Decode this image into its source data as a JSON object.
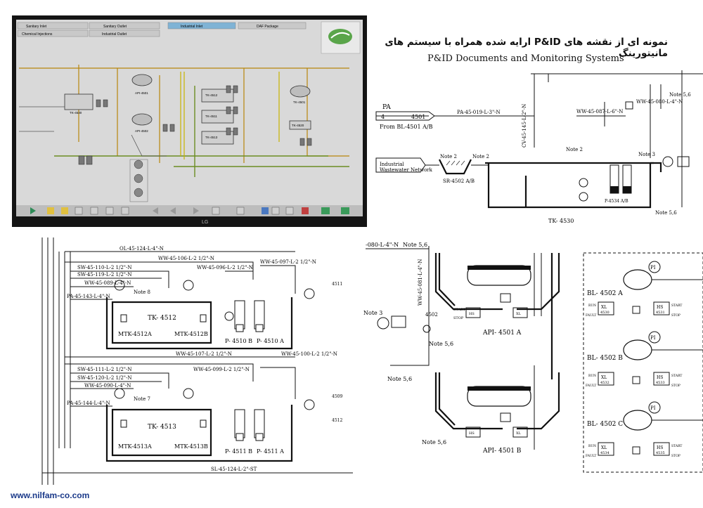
{
  "title_fa": "نمونه ای از نقشه های P&ID ارایه شده همراه با سیستم های مانیتورینگ",
  "title_en": "P&ID Documents and Monitoring Systems",
  "website": "www.nilfam-co.com",
  "monitor": {
    "brand": "LG",
    "header_tabs": [
      "Sanitary Inlet",
      "Sanitary Outlet",
      "Industrial Inlet",
      "DAF Package",
      "Chemical Injections",
      "Industrial Outlet"
    ],
    "tank_labels": [
      "TK-4530",
      "TK-4512",
      "TK-4511",
      "TK-4513",
      "API-4501",
      "API-4502",
      "TK-4501",
      "TK-4520"
    ]
  },
  "pid_tk4530": {
    "pa": "PA",
    "pa_num": "4",
    "pa_tag": "4501",
    "from": "From BL-4501 A/B",
    "line_pa": "PA-45-019-L-3\"-N",
    "line_ww_top": "WW-45-087-L-6\"-N",
    "line_ww_right": "WW-45-080-L-4\"-N",
    "line_cv": "CV-45-145-L-2\"-N",
    "note56": "Note 5,6",
    "note2a": "Note 2",
    "note2b": "Note 2",
    "note2c": "Note 2",
    "note3": "Note 3",
    "note56b": "Note 5,6",
    "inlet": "Industrial",
    "inlet2": "Wastewater Network",
    "sr": "SR-4502 A/B",
    "tank": "TK- 4530",
    "pump": "P-4534 A/B"
  },
  "pid_tk4512": {
    "line_ol": "OL-45-124-L-4\"-N",
    "line_ww106": "WW-45-106-L-2 1/2\"-N",
    "line_sw110": "SW-45-110-L-2 1/2\"-N",
    "line_sw119": "SW-45-119-L-2 1/2\"-N",
    "line_ww096": "WW-45-096-L-2 1/2\"-N",
    "line_ww097": "WW-45-097-L-2 1/2\"-N",
    "line_ww089": "WW-45-089-L-4\"-N",
    "line_pa143": "PA-45-143-L-4\"-N",
    "note8": "Note 8",
    "tank1": "TK- 4512",
    "mtk_a": "MTK-4512A",
    "mtk_b": "MTK-4512B",
    "pump_b": "P- 4510 B",
    "pump_a": "P- 4510 A",
    "line_ww107": "WW-45-107-L-2 1/2\"-N",
    "line_ww100": "WW-45-100-L-2 1/2\"-N",
    "line_sw111": "SW-45-111-L-2 1/2\"-N",
    "line_sw120": "SW-45-120-L-2 1/2\"-N",
    "line_ww099": "WW-45-099-L-2 1/2\"-N",
    "line_ww090": "WW-45-090-L-4\"-N",
    "note7": "Note 7",
    "line_pa144": "PA-45-144-L-4\"-N",
    "tank2": "TK- 4513",
    "mtk2_a": "MTK-4513A",
    "mtk2_b": "MTK-4513B",
    "pump2_b": "P- 4511 B",
    "pump2_a": "P- 4511 A",
    "line_sl": "SL-45-124-L-2\"-ST",
    "tag4511": "4511",
    "tag4509": "4509",
    "tag4512": "4512"
  },
  "pid_api": {
    "line_top": "-080-L-4\"-N",
    "note56": "Note 5,6",
    "line_ww081": "WW-45-081-L-4\"-N",
    "note3": "Note 3",
    "tag4502": "4502",
    "note56b": "Note 5,6",
    "note56c": "Note 5,6",
    "note56d": "Note 5,6",
    "api_a": "API- 4501 A",
    "api_b": "API- 4501 B",
    "bl_a": "BL- 4502 A",
    "bl_b": "BL- 4502 B",
    "bl_c": "BL- 4502 C",
    "pi": "PI",
    "tag4530": "4530",
    "tag4531": "4531",
    "tag4532": "4532",
    "tag4533": "4533",
    "tag4534": "4534",
    "tag4535": "4535",
    "start": "START",
    "stop": "STOP",
    "run": "RUN",
    "fault": "FAULT",
    "hs": "HS",
    "xl": "XL"
  }
}
